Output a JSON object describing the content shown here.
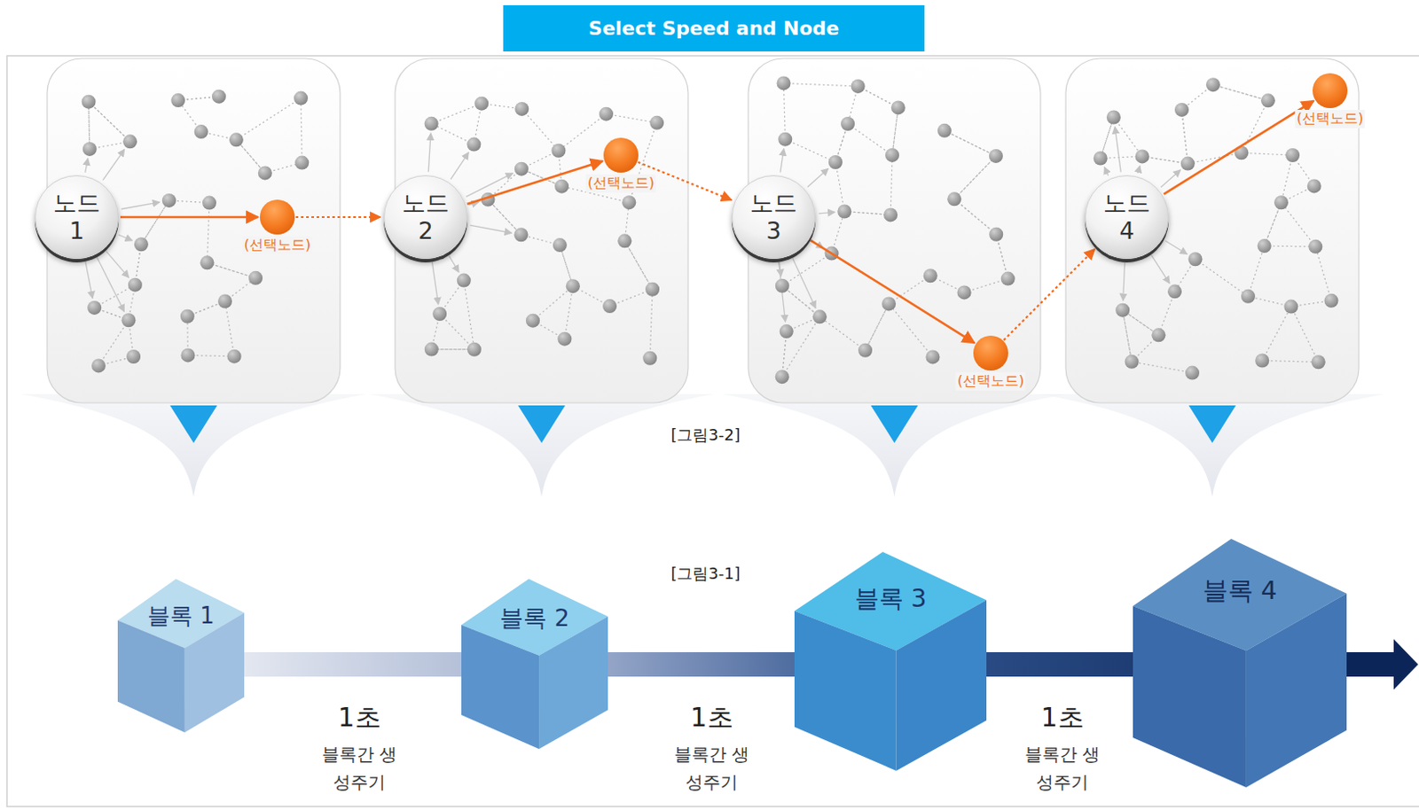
{
  "diagram": {
    "title": "Select Speed and Node",
    "nodes": [
      {
        "text": [
          "Select Speed and Node"
        ]
      },
      {
        "text": [
          "노드 1"
        ]
      },
      {
        "text": [
          "(선택노드)"
        ]
      },
      {
        "text": [
          "노드 2"
        ]
      },
      {
        "text": [
          "(선택노드)"
        ]
      },
      {
        "text": [
          "노드 3"
        ]
      },
      {
        "text": [
          "(선택노드)"
        ]
      },
      {
        "text": [
          "노드 4"
        ]
      },
      {
        "text": [
          "(선택노드)"
        ]
      },
      {
        "text": [
          "블록 1"
        ]
      },
      {
        "text": [
          "블록 2"
        ]
      },
      {
        "text": [
          "블록 3"
        ]
      },
      {
        "text": [
          "블록 4"
        ]
      }
    ],
    "edges": [
      {
        "from": 1,
        "to": 2,
        "arrow": "to"
      },
      {
        "from": 2,
        "to": 3,
        "arrow": "to"
      },
      {
        "from": 3,
        "to": 4,
        "arrow": "to"
      },
      {
        "from": 4,
        "to": 5,
        "arrow": "to"
      },
      {
        "from": 5,
        "to": 6,
        "arrow": "to"
      },
      {
        "from": 6,
        "to": 7,
        "arrow": "to"
      },
      {
        "from": 7,
        "to": 8,
        "arrow": "to"
      },
      {
        "from": 9,
        "to": 10,
        "arrow": "none"
      },
      {
        "from": 10,
        "to": 11,
        "arrow": "none"
      },
      {
        "from": 11,
        "to": 12,
        "arrow": "none"
      }
    ],
    "labels": [
      "[그림3-2]",
      "[그림3-1]",
      "1초",
      "블록간 생성주기",
      "1초",
      "블록간 생성주기",
      "1초",
      "블록간 생성주기"
    ]
  }
}
